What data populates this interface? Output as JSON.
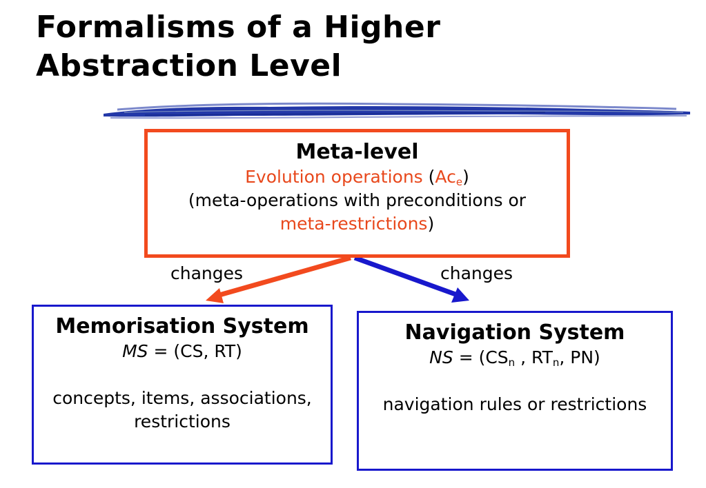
{
  "title": {
    "line1": "Formalisms of a Higher",
    "line2": "Abstraction Level"
  },
  "colors": {
    "accent": "#f24a1e",
    "blue": "#1818cc",
    "brush": "#2338a8"
  },
  "meta": {
    "heading": "Meta-level",
    "evolution_label": "Evolution operations",
    "open_paren": " (",
    "ac_base": "Ac",
    "ac_sub": "e",
    "close_paren": ")",
    "desc_line1": "(meta-operations with preconditions or",
    "restrictions_label": "meta-restrictions",
    "restrictions_close": ")"
  },
  "edges": {
    "left_label": "changes",
    "right_label": "changes"
  },
  "memorisation": {
    "heading": "Memorisation System",
    "formula_symbol": "MS",
    "formula_rest": " = (CS, RT)",
    "desc_line1": "concepts,  items, associations,",
    "desc_line2": "restrictions"
  },
  "navigation": {
    "heading": "Navigation System",
    "formula_symbol": "NS",
    "formula_pre": " =  (CS",
    "cs_sub": "n",
    "formula_mid": " , RT",
    "rt_sub": "n",
    "formula_post": ", PN)",
    "desc": "navigation rules or restrictions"
  }
}
